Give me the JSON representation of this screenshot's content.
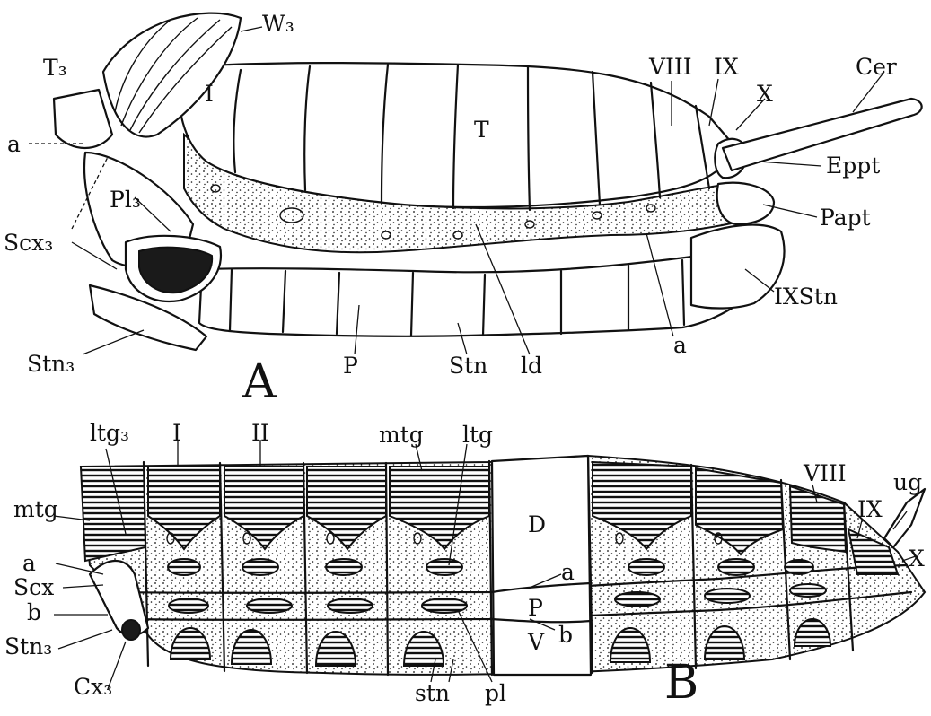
{
  "colors": {
    "ink": "#111111",
    "paper": "#ffffff"
  },
  "figure_a": {
    "panel_label": "A",
    "labels": {
      "W3": "W₃",
      "T3": "T₃",
      "I": "I",
      "T": "T",
      "VIII": "VIII",
      "IX": "IX",
      "X": "X",
      "Cer": "Cer",
      "Eppt": "Eppt",
      "Papt": "Papt",
      "a_left": "a",
      "Pl3": "Pl₃",
      "Scx3": "Scx₃",
      "IXStn": "IXStn",
      "a_right": "a",
      "Stn3": "Stn₃",
      "P": "P",
      "Stn": "Stn",
      "ld": "ld"
    }
  },
  "figure_b": {
    "panel_label": "B",
    "labels": {
      "ltg3": "ltg₃",
      "I": "I",
      "II": "II",
      "mtg_top": "mtg",
      "ltg": "ltg",
      "mtg_left": "mtg",
      "a_left": "a",
      "Scx": "Scx",
      "b_left": "b",
      "Stn3": "Stn₃",
      "Cx3": "Cx₃",
      "D": "D",
      "a_mid": "a",
      "P": "P",
      "V": "V",
      "b_mid": "b",
      "VIII": "VIII",
      "ug": "ug",
      "IX": "IX",
      "X": "X",
      "stn": "stn",
      "pl": "pl"
    }
  }
}
